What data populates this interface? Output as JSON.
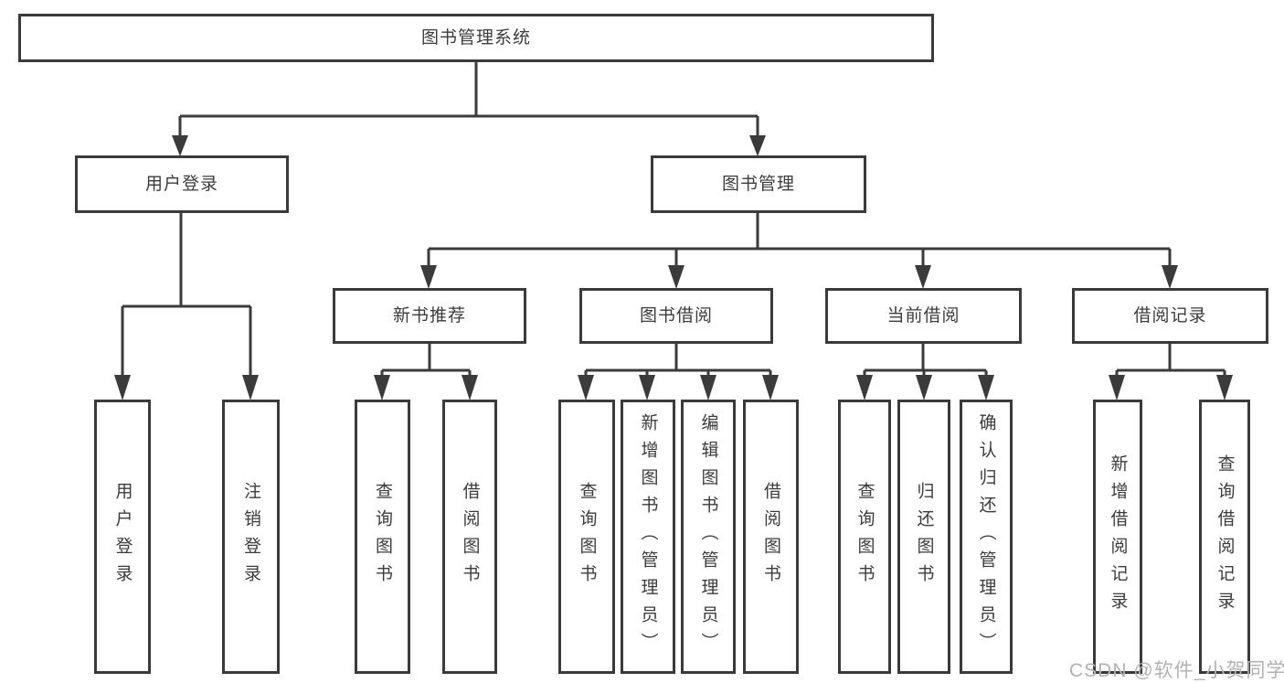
{
  "diagram": {
    "title_node": "图书管理系统",
    "level2": [
      "用户登录",
      "图书管理"
    ],
    "level3": [
      "新书推荐",
      "图书借阅",
      "当前借阅",
      "借阅记录"
    ],
    "leaves": {
      "user_login": [
        "用户登录",
        "注销登录"
      ],
      "new_books": [
        "查询图书",
        "借阅图书"
      ],
      "book_borrow": [
        "查询图书",
        "新增图书（管理员）",
        "编辑图书（管理员）",
        "借阅图书"
      ],
      "current_borrow": [
        "查询图书",
        "归还图书",
        "确认归还（管理员）"
      ],
      "borrow_records": [
        "新增借阅记录",
        "查询借阅记录"
      ]
    }
  },
  "watermark": "CSDN @软件_小贺同学",
  "colors": {
    "line": "#3b3b3b",
    "box_border": "#3a3a3a",
    "text": "#3c3c3c",
    "watermark": "#b2b2b2",
    "background": "#ffffff"
  }
}
